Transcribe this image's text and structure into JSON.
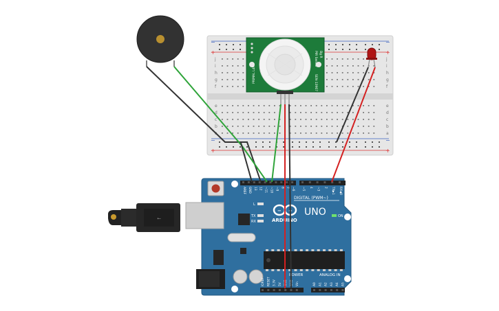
{
  "pir_sensor": {
    "label_left": "PIR Sensor",
    "label_right": "SEN-13967",
    "label_side": "Bg R",
    "label_side2": "PRIMAL L4R"
  },
  "arduino": {
    "wordmark": "ARDUINO",
    "model": "UNO",
    "digital_header_label": "DIGITAL (PWM~)",
    "power_label": "POWER",
    "analog_label": "ANALOG IN",
    "on_label": "ON",
    "l_label": "L",
    "tx_label": "TX",
    "rx_label": "RX",
    "digital_pins": [
      "AREF",
      "GND",
      "13",
      "12",
      "~11",
      "~10",
      "~9",
      "8",
      "7",
      "~6",
      "~5",
      "4",
      "~3",
      "2",
      "TX▶1",
      "RX◀0"
    ],
    "power_pins": [
      "IOREF",
      "RESET",
      "3.3V",
      "5V",
      "GND",
      "GND",
      "Vin"
    ],
    "analog_pins": [
      "A0",
      "A1",
      "A2",
      "A3",
      "A4",
      "A5"
    ]
  },
  "breadboard": {
    "row_letters_top": [
      "j",
      "i",
      "h",
      "g",
      "f"
    ],
    "row_letters_bottom": [
      "e",
      "d",
      "c",
      "b",
      "a"
    ],
    "plus": "+",
    "minus": "−"
  },
  "colors": {
    "board_blue": "#2f6f9f",
    "breadboard": "#e6e6e6",
    "pir_green": "#1d7b3a",
    "wire_red": "#d42020",
    "wire_green": "#2fa43a",
    "wire_black": "#333333",
    "led_red": "#b01515"
  }
}
